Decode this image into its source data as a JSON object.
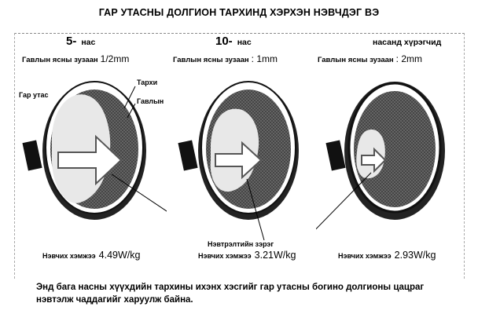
{
  "title": "ГАР УТАСНЫ ДОЛГИОН ТАРХИНД ХЭРХЭН НЭВЧДЭГ ВЭ",
  "panels": [
    {
      "age": "5-",
      "age_unit": "нас",
      "thickness_label": "Гавлын ясны зузаан",
      "thickness_value": "1/2mm",
      "sar_label": "Нэвчих хэмжээ",
      "sar_value": "4.49W/kg"
    },
    {
      "age": "10-",
      "age_unit": "нас",
      "thickness_label": "Гавлын ясны зузаан",
      "thickness_value": ": 1mm",
      "sar_label": "Нэвчих хэмжээ",
      "sar_value": "3.21W/kg"
    },
    {
      "age": "",
      "age_unit": "насанд хүрэгчид",
      "thickness_label": "Гавлын ясны зузаан",
      "thickness_value": ": 2mm",
      "sar_label": "Нэвчих хэмжээ",
      "sar_value": "2.93W/kg"
    }
  ],
  "labels": {
    "phone": "Гар утас",
    "brain": "Тархи",
    "skull": "Гавлын",
    "penetration": "Нэвтрэлтийн зэрэг"
  },
  "caption": "Энд бага насны хүүхдийн тархины ихэнх хэсгийг гар утасны богино долгионы цацраг нэвтэлж чаддагийг харуулж байна.",
  "colors": {
    "skull": "#111111",
    "brain_dark": "#4a4a4a",
    "penetration": "#e8e8e8"
  }
}
